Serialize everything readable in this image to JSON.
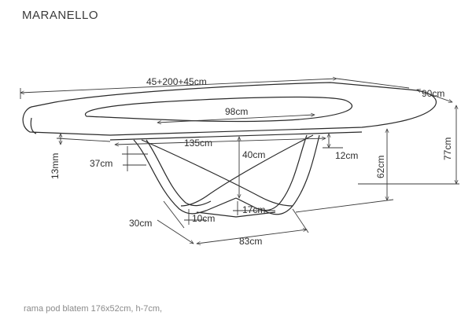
{
  "title": "MARANELLO",
  "footer": "rama pod blatem 176x52cm, h-7cm,",
  "dimensions": {
    "length_extended": "45+200+45cm",
    "depth": "90cm",
    "center_insert": "98cm",
    "top_thickness": "13mm",
    "frame_length": "135cm",
    "base_height": "40cm",
    "apron_drop": "12cm",
    "table_height": "77cm",
    "leg_height": "62cm",
    "leg_offset": "37cm",
    "leg_width": "10cm",
    "leg_gap": "17cm",
    "foot_depth": "30cm",
    "base_length": "83cm"
  },
  "colors": {
    "line": "#2a2a2a",
    "text": "#2e2e2e",
    "footer": "#8a8a8a"
  }
}
